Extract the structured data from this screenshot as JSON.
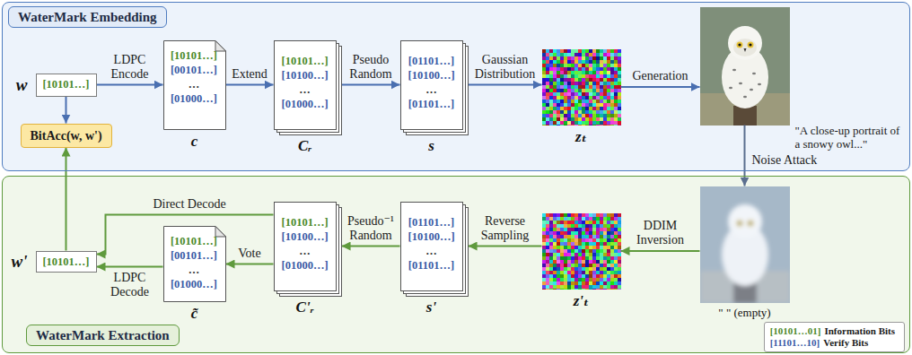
{
  "diagram": {
    "nodes": [
      {
        "text": [
          "WaterMark Embedding"
        ]
      },
      {
        "text": [
          "w",
          "[10101…]"
        ],
        "in": 0
      },
      {
        "text": [
          "[10101…]",
          "[00101…]",
          "…",
          "[01000…]",
          "c"
        ],
        "in": 0
      },
      {
        "text": [
          "[10101…]",
          "[10100…]",
          "…",
          "[01000…]",
          "Cᵣ"
        ],
        "in": 0
      },
      {
        "text": [
          "[01101…]",
          "[10100…]",
          "…",
          "[01101…]",
          "s"
        ],
        "in": 0
      },
      {
        "text": [
          "zₜ"
        ],
        "in": 0
      },
      {
        "text": [
          "\"A close-up portrait of a snowy owl...\""
        ],
        "in": 0
      },
      {
        "text": [
          "BitAcc(w, w')"
        ],
        "in": 0
      },
      {
        "text": [
          "WaterMark Extraction"
        ]
      },
      {
        "text": [
          "\" \" (empty)"
        ],
        "in": 8
      },
      {
        "text": [
          "[10101…01]",
          "Information Bits",
          "[11101…10]",
          "Verify Bits"
        ],
        "in": 8
      },
      {
        "text": [
          "z'ₜ"
        ],
        "in": 8
      },
      {
        "text": [
          "[01101…]",
          "[10100…]",
          "…",
          "[01101…]",
          "s'"
        ],
        "in": 8
      },
      {
        "text": [
          "[10101…]",
          "[10100…]",
          "…",
          "[01000…]",
          "C'ᵣ"
        ],
        "in": 8
      },
      {
        "text": [
          "[10101…]",
          "[00101…]",
          "…",
          "[01000…]",
          "c̃"
        ],
        "in": 8
      },
      {
        "text": [
          "w'",
          "[10101…]"
        ],
        "in": 8
      }
    ],
    "edges": [
      {
        "from": 1,
        "to": 2,
        "label": "LDPC Encode",
        "arrow": "to"
      },
      {
        "from": 2,
        "to": 3,
        "label": "Extend",
        "arrow": "to"
      },
      {
        "from": 3,
        "to": 4,
        "label": "Pseudo Random",
        "arrow": "to"
      },
      {
        "from": 4,
        "to": 5,
        "label": "Gaussian Distribution",
        "arrow": "to"
      },
      {
        "from": 5,
        "to": 6,
        "label": "Generation",
        "arrow": "to"
      },
      {
        "from": 1,
        "to": 7,
        "arrow": "to"
      },
      {
        "from": 6,
        "to": 9,
        "label": "Noise Attack",
        "arrow": "to"
      },
      {
        "from": 9,
        "to": 11,
        "label": "DDIM Inversion",
        "arrow": "to"
      },
      {
        "from": 11,
        "to": 12,
        "label": "Reverse Sampling",
        "arrow": "to"
      },
      {
        "from": 12,
        "to": 13,
        "label": "Pseudo⁻¹ Random",
        "arrow": "to"
      },
      {
        "from": 13,
        "to": 15,
        "label": "Direct Decode",
        "arrow": "to"
      },
      {
        "from": 13,
        "to": 14,
        "label": "Vote",
        "arrow": "to"
      },
      {
        "from": 14,
        "to": 15,
        "label": "LDPC Decode",
        "arrow": "to"
      },
      {
        "from": 15,
        "to": 7,
        "arrow": "to"
      }
    ]
  }
}
